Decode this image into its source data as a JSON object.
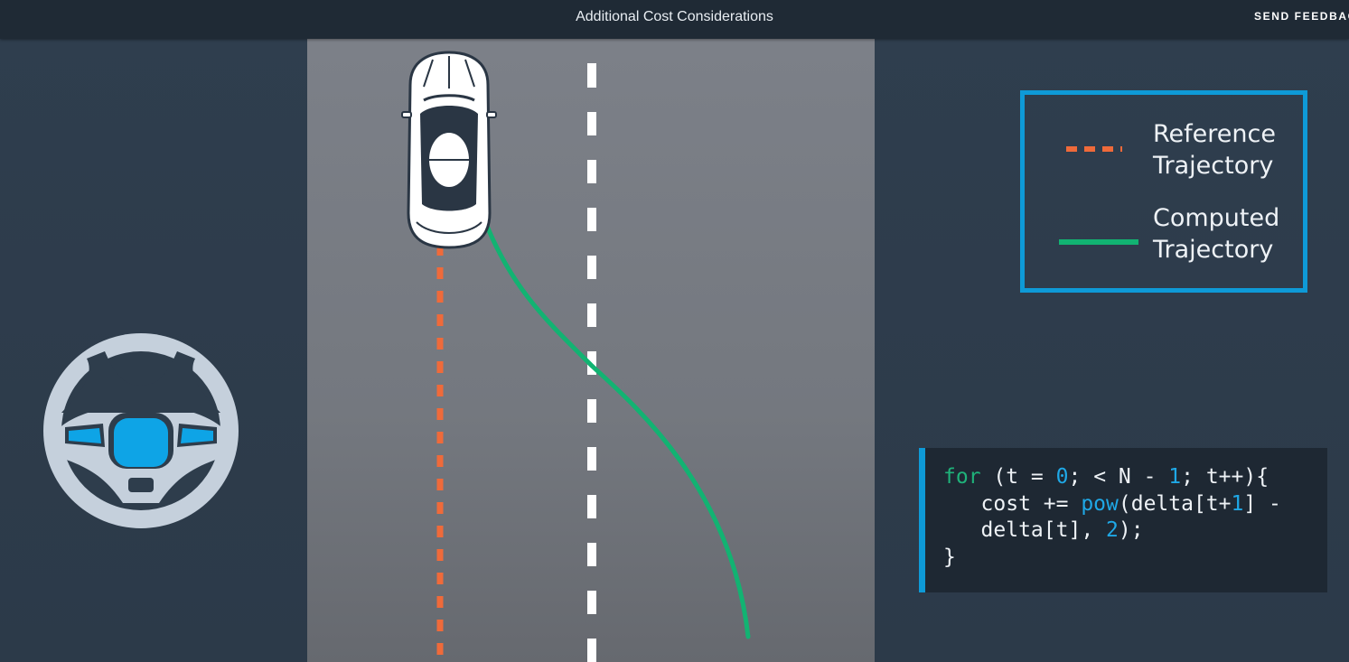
{
  "header": {
    "title": "Additional Cost Considerations",
    "feedback_label": "SEND FEEDBACK"
  },
  "legend": {
    "reference_line1": "Reference",
    "reference_line2": "Trajectory",
    "computed_line1": "Computed",
    "computed_line2": "Trajectory"
  },
  "code": {
    "line1_kw": "for",
    "line1_a": " (t = ",
    "line1_n1": "0",
    "line1_b": "; < N - ",
    "line1_n2": "1",
    "line1_c": "; t++){",
    "line2_a": "   cost += ",
    "line2_fn": "pow",
    "line2_b": "(delta[t+",
    "line2_n": "1",
    "line2_c": "] -",
    "line3_a": "   delta[t], ",
    "line3_n": "2",
    "line3_b": ");",
    "line4": "}"
  },
  "icons": {
    "car": "car-top-view-icon",
    "steering": "steering-wheel-icon"
  },
  "colors": {
    "reference_trajectory": "#ef6a3a",
    "computed_trajectory": "#12b372",
    "accent_blue": "#0e9ad7",
    "road": "#787c84",
    "background": "#2e3d4c"
  }
}
